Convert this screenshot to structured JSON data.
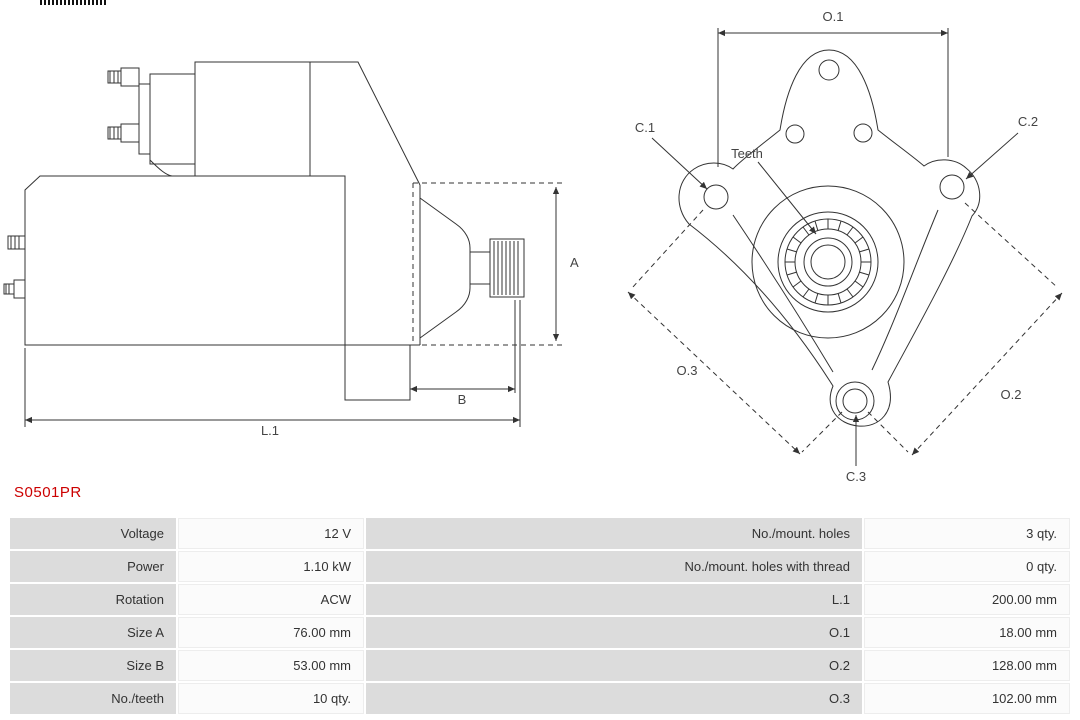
{
  "part_number": "S0501PR",
  "colors": {
    "accent": "#cc0000",
    "label_bg": "#dcdcdc",
    "value_bg": "#fbfbfb",
    "line": "#333333",
    "text": "#333333"
  },
  "diagram": {
    "labels": {
      "a": "A",
      "b": "B",
      "l1": "L.1",
      "o1": "O.1",
      "o2": "O.2",
      "o3": "O.3",
      "c1": "C.1",
      "c2": "C.2",
      "c3": "C.3",
      "teeth": "Teeth"
    }
  },
  "table": {
    "rows": [
      {
        "l_label": "Voltage",
        "l_value": "12 V",
        "r_label": "No./mount. holes",
        "r_value": "3 qty."
      },
      {
        "l_label": "Power",
        "l_value": "1.10 kW",
        "r_label": "No./mount. holes with thread",
        "r_value": "0 qty."
      },
      {
        "l_label": "Rotation",
        "l_value": "ACW",
        "r_label": "L.1",
        "r_value": "200.00 mm"
      },
      {
        "l_label": "Size A",
        "l_value": "76.00 mm",
        "r_label": "O.1",
        "r_value": "18.00 mm"
      },
      {
        "l_label": "Size B",
        "l_value": "53.00 mm",
        "r_label": "O.2",
        "r_value": "128.00 mm"
      },
      {
        "l_label": "No./teeth",
        "l_value": "10 qty.",
        "r_label": "O.3",
        "r_value": "102.00 mm"
      }
    ]
  }
}
